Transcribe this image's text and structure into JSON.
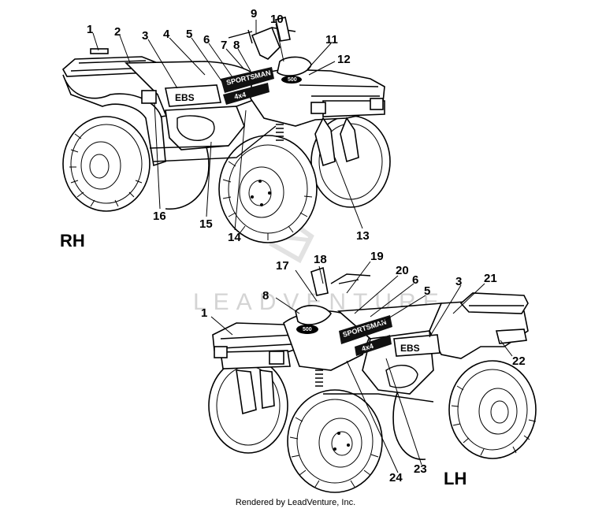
{
  "diagram": {
    "views": [
      {
        "id": "rh",
        "label": "RH"
      },
      {
        "id": "lh",
        "label": "LH"
      }
    ],
    "callouts_rh": [
      "1",
      "2",
      "3",
      "4",
      "5",
      "6",
      "7",
      "8",
      "9",
      "10",
      "11",
      "12",
      "13",
      "14",
      "15",
      "16"
    ],
    "callouts_lh": [
      "17",
      "18",
      "19",
      "20",
      "6",
      "5",
      "3",
      "21",
      "8",
      "1",
      "22",
      "23",
      "24"
    ],
    "decals": {
      "brand": "SPORTSMAN",
      "drive": "4x4",
      "brake": "EBS",
      "engine": "500"
    },
    "watermark": "LEADVENTURE",
    "footer": "Rendered by LeadVenture, Inc."
  }
}
